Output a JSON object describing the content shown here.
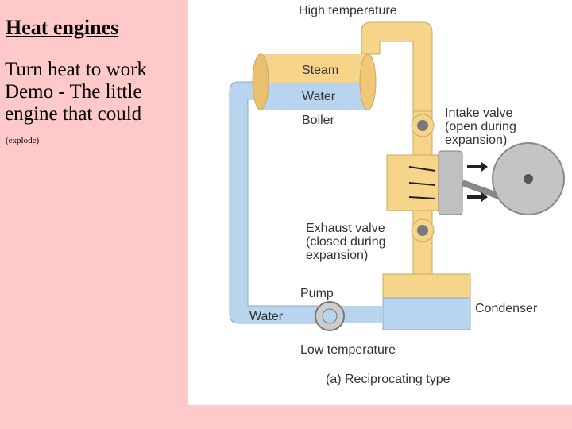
{
  "slide": {
    "title": "Heat engines",
    "lines": [
      "Turn heat to work",
      "Demo - The little",
      "engine that could"
    ],
    "note": "(explode)"
  },
  "diagram": {
    "high_temp": "High temperature",
    "steam": "Steam",
    "water_boiler": "Water",
    "boiler": "Boiler",
    "intake_1": "Intake valve",
    "intake_2": "(open during",
    "intake_3": "expansion)",
    "exhaust_1": "Exhaust valve",
    "exhaust_2": "(closed during",
    "exhaust_3": "expansion)",
    "pump": "Pump",
    "water_return": "Water",
    "condenser": "Condenser",
    "low_temp": "Low temperature",
    "caption": "(a)  Reciprocating type"
  },
  "colors": {
    "background": "#ffc9c9",
    "steam": "#f6d48a",
    "water": "#b8d4ee",
    "valve": "#9a9a9a"
  }
}
